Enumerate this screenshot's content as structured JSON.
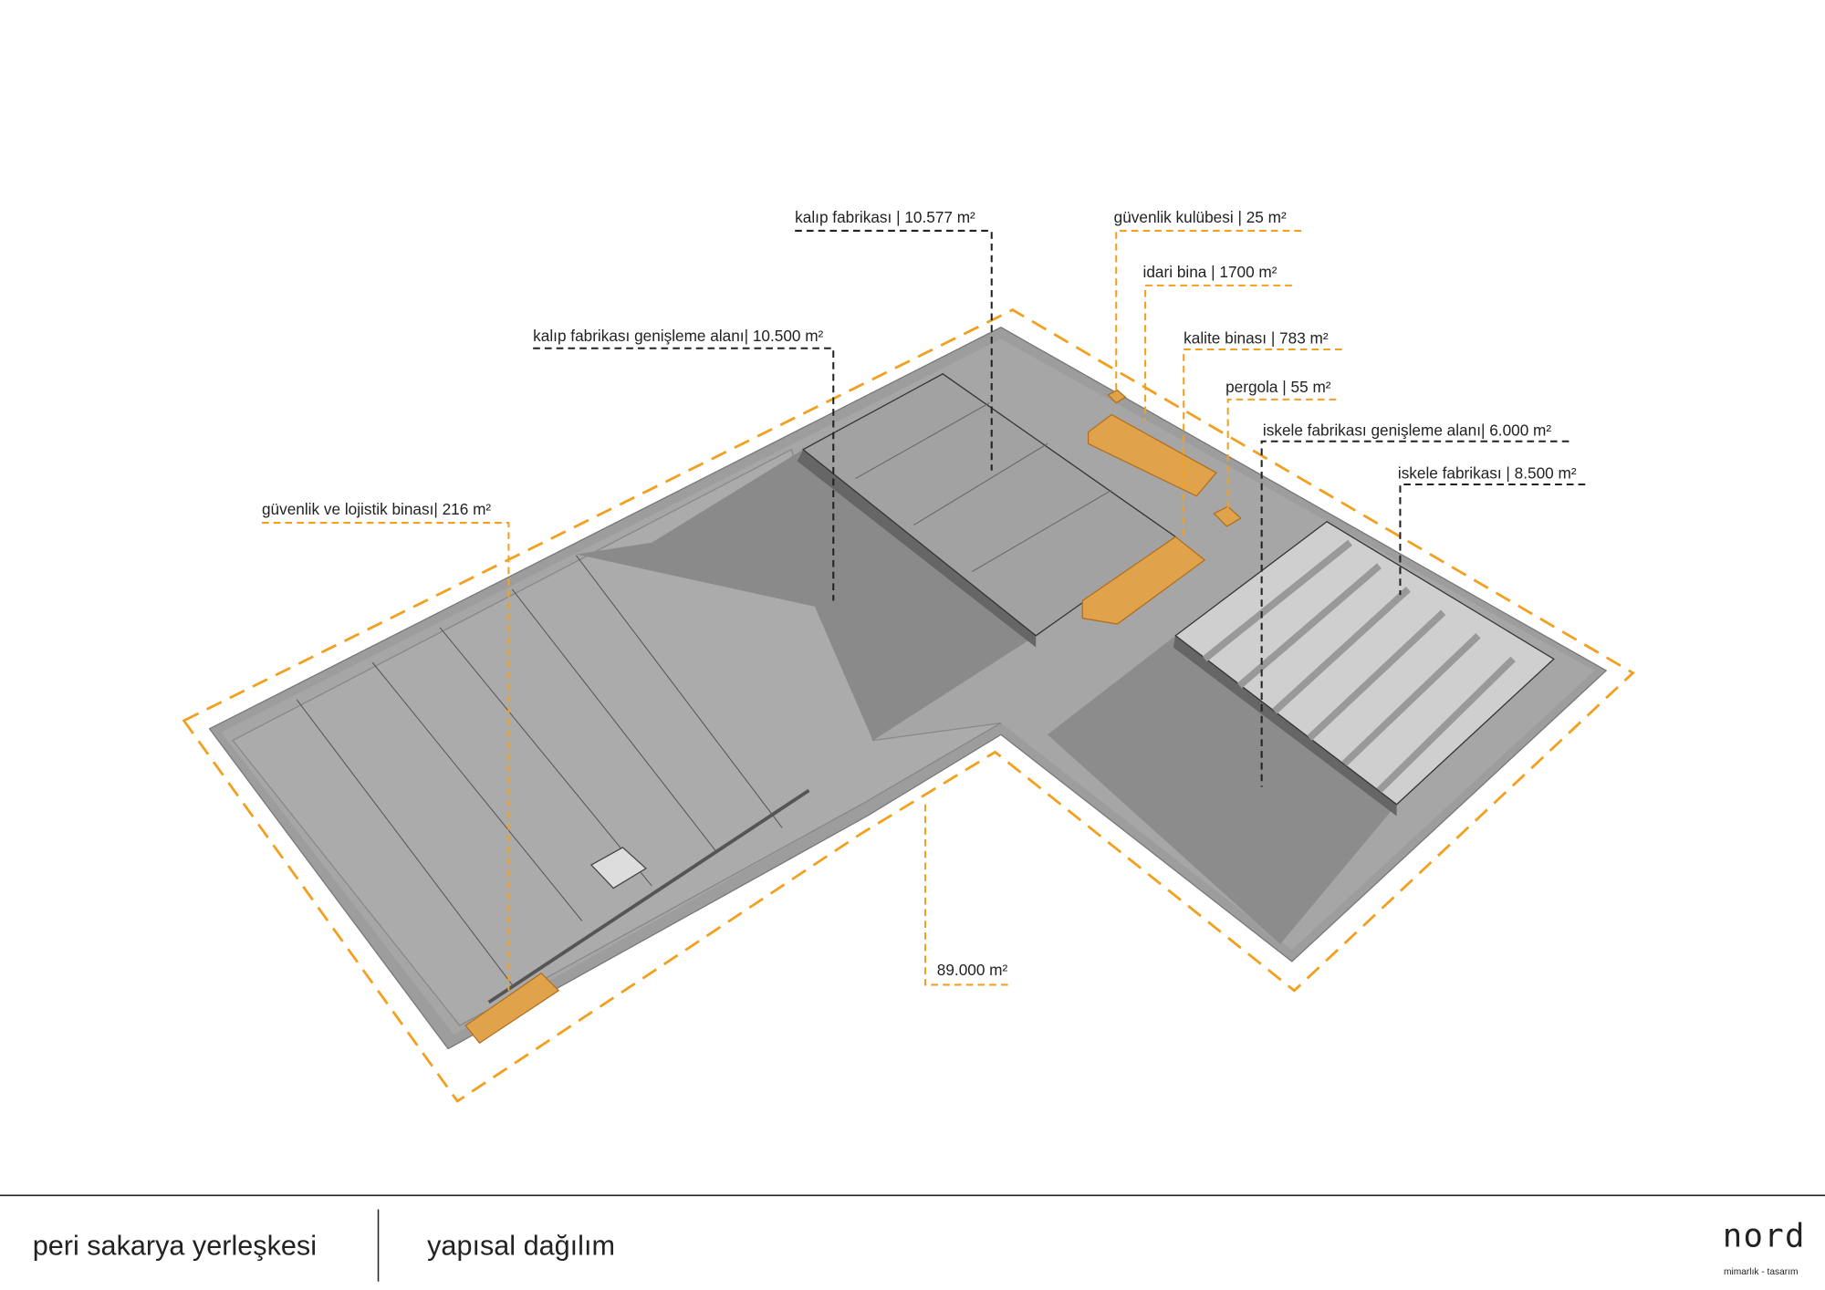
{
  "colors": {
    "accent": "#f2a01f",
    "building": "#e0a24a",
    "ground": "#9b9b9b"
  },
  "labels": {
    "kalip_fabrikasi": "kalıp fabrikası | 10.577 m²",
    "kalip_genisleme": "kalıp fabrikası genişleme alanı| 10.500 m²",
    "guvenlik_lojistik": "güvenlik ve lojistik binası| 216 m²",
    "guvenlik_kulubesi": "güvenlik kulübesi | 25 m²",
    "idari_bina": "idari bina | 1700 m²",
    "kalite_binasi": "kalite binası | 783 m²",
    "pergola": "pergola | 55 m²",
    "iskele_genisleme": "iskele fabrikası genişleme alanı| 6.000 m²",
    "iskele_fabrikasi": "iskele fabrikası | 8.500 m²",
    "site_area": "89.000 m²"
  },
  "footer": {
    "project": "peri sakarya yerleşkesi",
    "subject": "yapısal dağılım",
    "logo": "nord",
    "logo_sub": "mimarlık - tasarım"
  }
}
